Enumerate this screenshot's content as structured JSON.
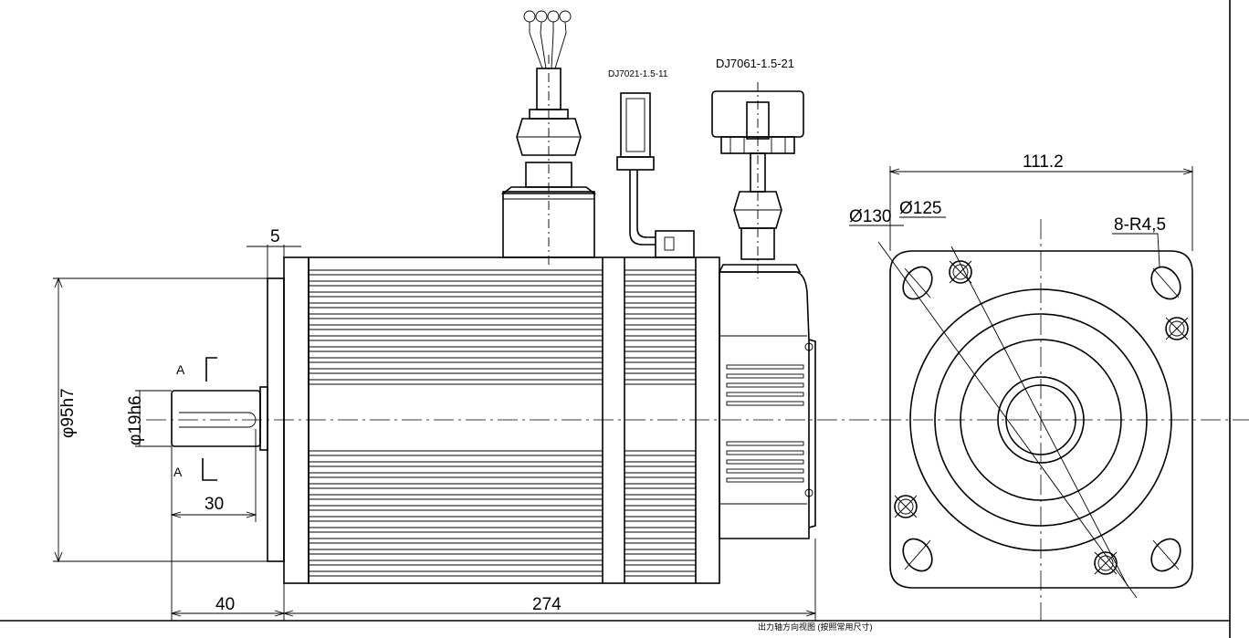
{
  "connectors": {
    "encoder_label": "DJ7021-1.5-11",
    "power_label": "DJ7061-1.5-21"
  },
  "dimensions": {
    "flange_width": "111.2",
    "pcd_outer": "Ø130",
    "pcd_inner": "Ø125",
    "holes": "8-R4,5",
    "shoulder": "5",
    "spigot_dia": "φ95h7",
    "shaft_dia": "φ19h6",
    "keyway_length": "30",
    "shaft_length": "40",
    "body_length": "274"
  },
  "section": {
    "top": "A",
    "bottom": "A"
  },
  "footer_note": "出力轴方向视图 (按照常用尺寸)"
}
